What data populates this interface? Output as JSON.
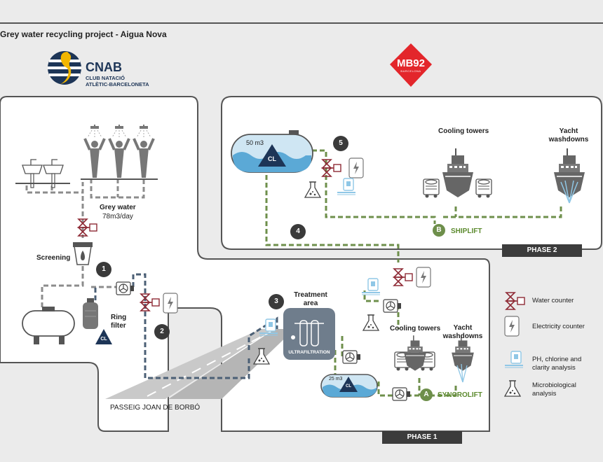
{
  "title": "Grey water recycling project - Aigua Nova",
  "logos": {
    "cnab": {
      "name": "CNAB",
      "line1": "CLUB NATACIÓ",
      "line2": "ATLÈTIC-BARCELONETA"
    },
    "mb92": {
      "name": "MB92",
      "sub": "BARCELONA"
    }
  },
  "source": {
    "label": "Grey water",
    "flow": "78m3/day"
  },
  "steps": {
    "screening": "Screening",
    "ring_filter_1": "Ring",
    "ring_filter_2": "filter",
    "treatment_1": "Treatment",
    "treatment_2": "area",
    "ultrafiltration": "ULTRAFILTRATION",
    "street": "PASSEIG JOAN DE BORBÓ"
  },
  "tanks": {
    "big": "50 m3",
    "small": "25 m3",
    "chlorine": "CL"
  },
  "phase1": {
    "label": "PHASE 1",
    "cooling_towers": "Cooling towers",
    "yacht_1": "Yacht",
    "yacht_2": "washdowns",
    "lift_letter": "A",
    "lift_name": "SYNCROLIFT"
  },
  "phase2": {
    "label": "PHASE 2",
    "cooling_towers": "Cooling towers",
    "yacht_1": "Yacht",
    "yacht_2": "washdowns",
    "lift_letter": "B",
    "lift_name": "SHIPLIFT"
  },
  "markers": [
    "1",
    "2",
    "3",
    "4",
    "5"
  ],
  "legend": {
    "water_counter": "Water counter",
    "electricity_counter": "Electricity counter",
    "analysis_1": "PH, chlorine and",
    "analysis_2": "clarity analysis",
    "micro_1": "Microbiological",
    "micro_2": "analysis"
  },
  "colors": {
    "grey_pipe": "#8c8c8c",
    "blue_pipe": "#4b5f75",
    "green_pipe": "#6e8f4b",
    "valve": "#8e2a35",
    "accent_red": "#e3262b",
    "navy": "#1d3557"
  }
}
